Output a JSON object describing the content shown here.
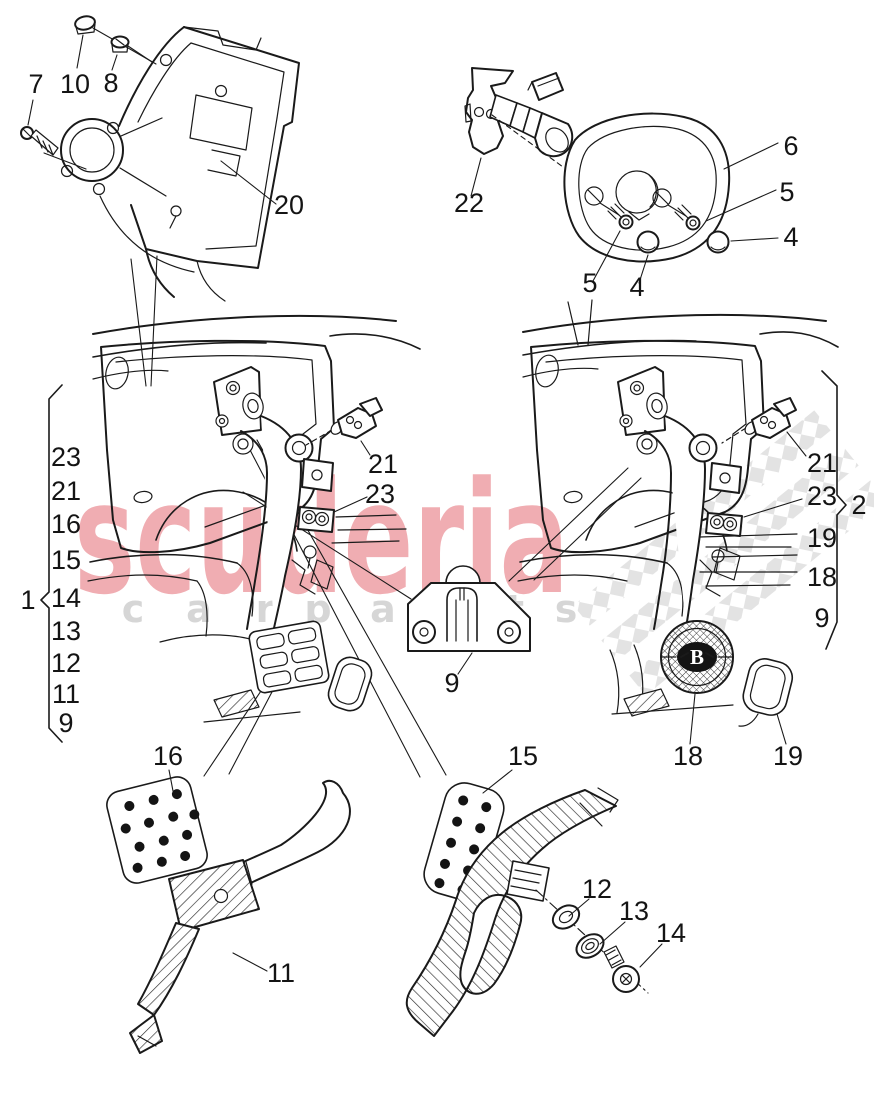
{
  "watermark": {
    "brand": "scuderia",
    "sub": [
      "c",
      "a",
      "r",
      "p",
      "a",
      "r",
      "t",
      "s"
    ],
    "brand_color": "#f0adb2",
    "sub_color": "#d6d6d6",
    "stripe_color": "#e3e3e3"
  },
  "diagram": {
    "line_color": "#1a1a1a",
    "badge_letter": "B"
  },
  "callouts": {
    "top_left": {
      "screw": "7",
      "cap": "10",
      "nut": "8",
      "housing": "20"
    },
    "top_right": {
      "switch_unit": "22",
      "gasket": "6",
      "screw_a": "5",
      "cap_a": "4",
      "screw_b": "5",
      "cap_b": "4"
    },
    "group_left": {
      "label": "1",
      "items": [
        "23",
        "21",
        "16",
        "15",
        "14",
        "13",
        "12",
        "11",
        "9"
      ]
    },
    "assembly_left": {
      "switch": "21",
      "connector": "23"
    },
    "center_bracket": {
      "label": "9"
    },
    "group_right": {
      "label": "2",
      "items": [
        "21",
        "23",
        "19",
        "18",
        "9"
      ]
    },
    "assembly_right": {
      "pedal_pad": "18",
      "accelerator_pedal": "19"
    },
    "exploded": {
      "pad_clutch": "16",
      "pedal_arm": "11",
      "pad_accelerator": "15",
      "washer": "12",
      "spring_washer": "13",
      "screw": "14"
    }
  }
}
